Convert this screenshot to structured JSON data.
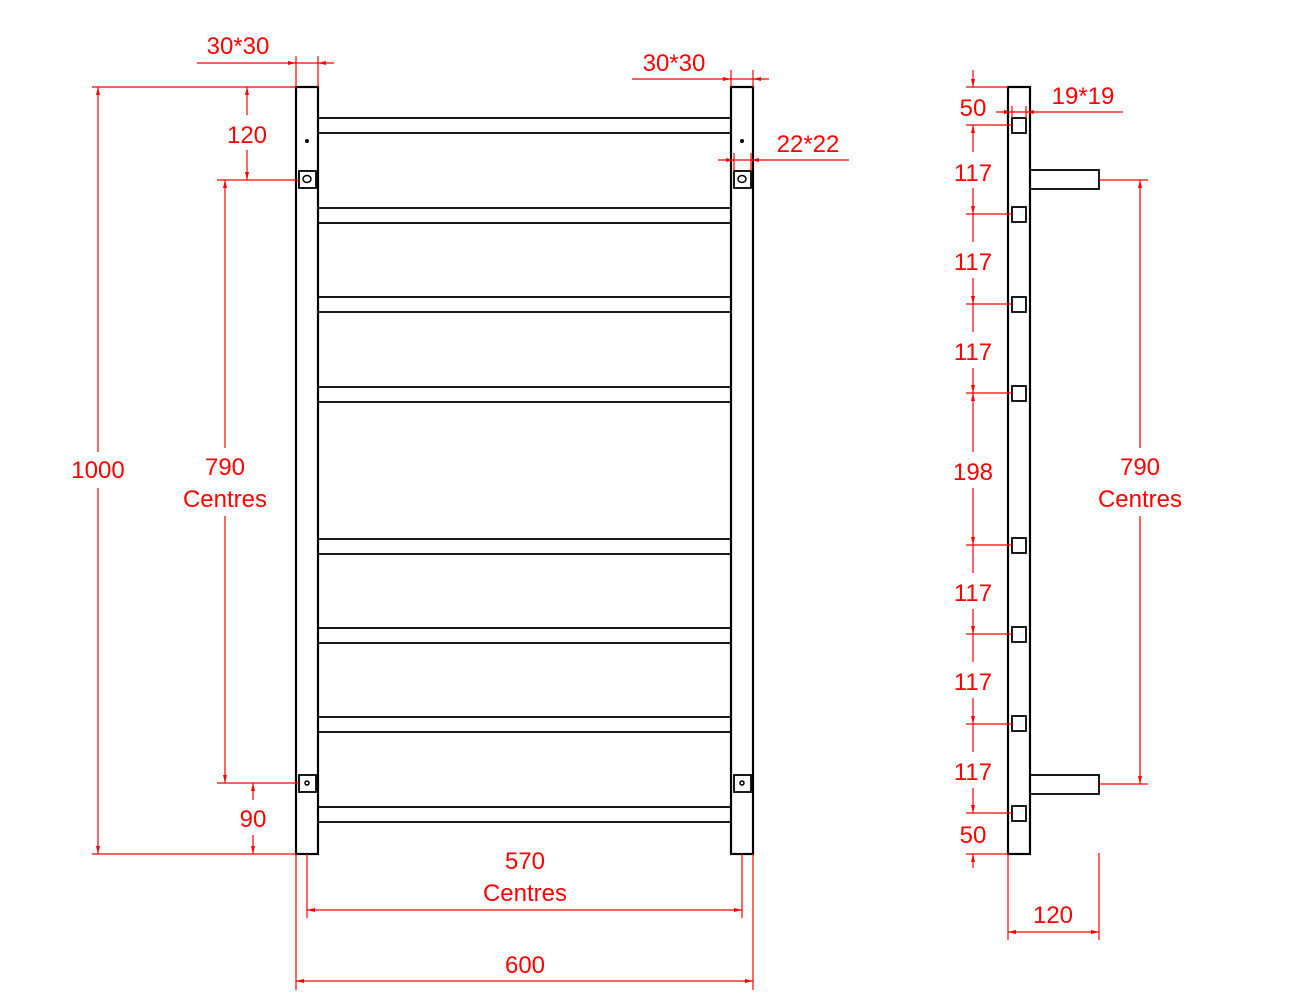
{
  "colors": {
    "dimension": "#ff0000",
    "outline": "#000000",
    "background": "#ffffff"
  },
  "front_view": {
    "left_post_label": "30*30",
    "right_post_label": "30*30",
    "bracket_label": "22*22",
    "top_to_bracket": "120",
    "overall_height": "1000",
    "bracket_centres_value": "790",
    "bracket_centres_suffix": "Centres",
    "bottom_to_bracket": "90",
    "horizontal_centres_value": "570",
    "horizontal_centres_suffix": "Centres",
    "overall_width": "600",
    "rail_count": 8
  },
  "side_view": {
    "rail_section_label": "19*19",
    "top_offset": "50",
    "spacings": [
      "117",
      "117",
      "117",
      "198",
      "117",
      "117",
      "117"
    ],
    "bottom_offset": "50",
    "bracket_centres_value": "790",
    "bracket_centres_suffix": "Centres",
    "wall_projection": "120"
  }
}
